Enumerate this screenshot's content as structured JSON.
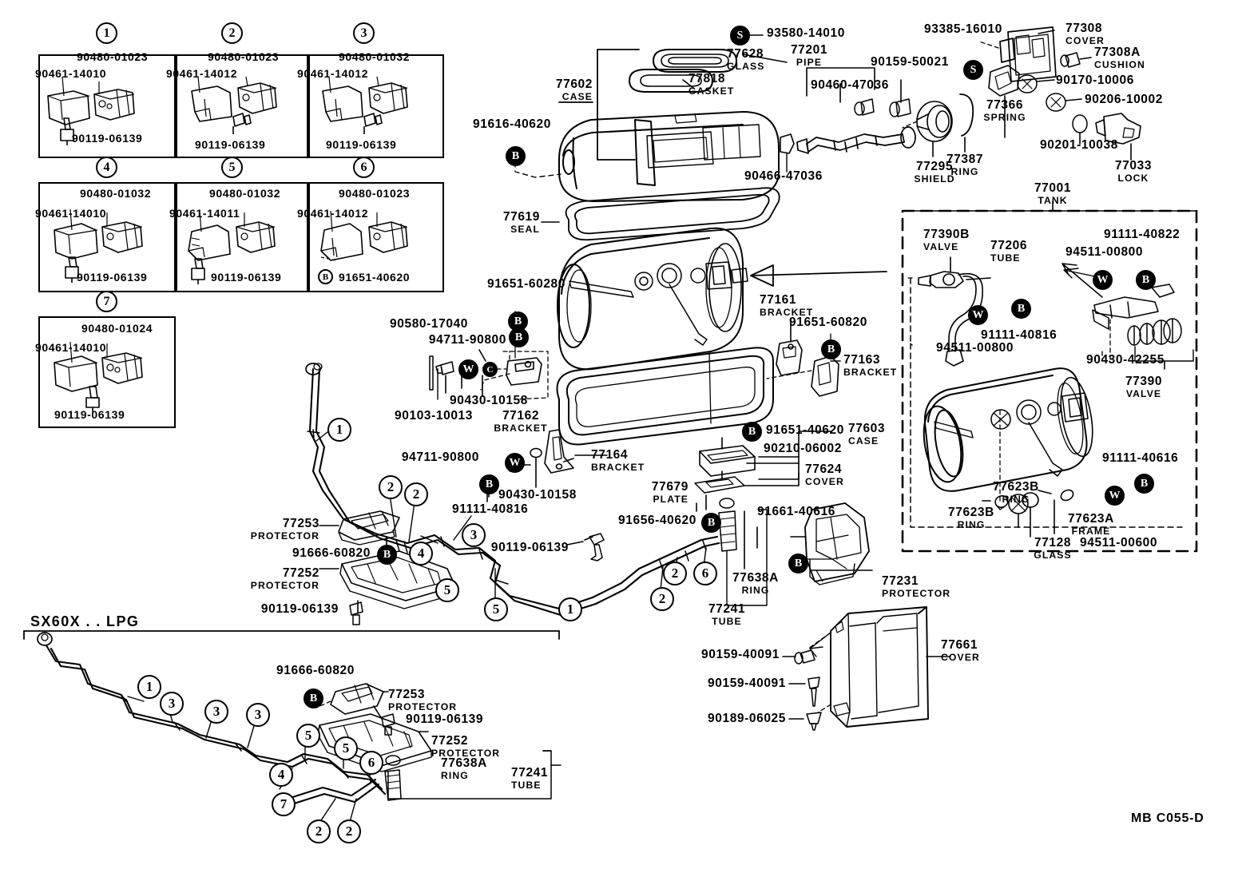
{
  "sheet": {
    "footer_code": "MB C055-D",
    "section_label": "SX60X . . LPG"
  },
  "legend": {
    "boxes": [
      {
        "num": "1",
        "parts": [
          "90480-01023",
          "90461-14010",
          "90119-06139"
        ]
      },
      {
        "num": "2",
        "parts": [
          "90480-01023",
          "90461-14012",
          "90119-06139"
        ]
      },
      {
        "num": "3",
        "parts": [
          "90480-01032",
          "90461-14012",
          "90119-06139"
        ]
      },
      {
        "num": "4",
        "parts": [
          "90480-01032",
          "90461-14010",
          "90119-06139"
        ]
      },
      {
        "num": "5",
        "parts": [
          "90480-01032",
          "90461-14011",
          "90119-06139"
        ]
      },
      {
        "num": "6",
        "parts": [
          "90480-01023",
          "90461-14012",
          "91651-40620"
        ]
      },
      {
        "num": "7",
        "parts": [
          "90480-01024",
          "90461-14010",
          "90119-06139"
        ]
      }
    ]
  },
  "top_assembly": {
    "case_no": "77602",
    "case_name": "CASE",
    "glass_no": "77628",
    "glass_name": "GLASS",
    "gasket_no": "77818",
    "gasket_name": "GASKET",
    "screw_93580": "93580-14010",
    "bolt_91616": "91616-40620",
    "nut_90466": "90466-47036",
    "seal_no": "77619",
    "seal_name": "SEAL"
  },
  "pipe_assembly": {
    "pipe_no": "77201",
    "pipe_name": "PIPE",
    "nut_90460": "90460-47036",
    "bolt_90159": "90159-50021",
    "shield_no": "77295",
    "shield_name": "SHIELD",
    "ring_no": "77387",
    "ring_name": "RING",
    "screw_93385": "93385-16010",
    "spring_no": "77366",
    "spring_name": "SPRING",
    "cover_no": "77308",
    "cover_name": "COVER",
    "cushion_no": "77308A",
    "cushion_name": "CUSHION",
    "nut_90170": "90170-10006",
    "nut_90206": "90206-10002",
    "washer_90201": "90201-10038",
    "lock_no": "77033",
    "lock_name": "LOCK"
  },
  "tank_left": {
    "bolt_91651_60280": "91651-60280",
    "bracket_77161_no": "77161",
    "bracket_77161_name": "BRACKET",
    "bolt_91651_60820": "91651-60820",
    "bracket_77163_no": "77163",
    "bracket_77163_name": "BRACKET",
    "pin_90580": "90580-17040",
    "washer_94711_a": "94711-90800",
    "bolt_90103": "90103-10013",
    "nut_90430_a": "90430-10158",
    "bracket_77162_no": "77162",
    "bracket_77162_name": "BRACKET",
    "washer_94711_b": "94711-90800",
    "nut_90430_b": "90430-10158",
    "bolt_91111_40816": "91111-40816",
    "bracket_77164_no": "77164",
    "bracket_77164_name": "BRACKET",
    "case_77603_no": "77603",
    "case_77603_name": "CASE",
    "bolt_91651_40620": "91651-40620",
    "washer_90210": "90210-06002",
    "cover_77624_no": "77624",
    "cover_77624_name": "COVER",
    "plate_77679_no": "77679",
    "plate_77679_name": "PLATE",
    "bolt_91656": "91656-40620",
    "bolt_91661": "91661-40616",
    "ring_77638a_no": "77638A",
    "ring_77638a_name": "RING",
    "tube_77241_no": "77241",
    "tube_77241_name": "TUBE",
    "protector_77231_no": "77231",
    "protector_77231_name": "PROTECTOR"
  },
  "tank_right": {
    "tank_no": "77001",
    "tank_name": "TANK",
    "valve_77390b_no": "77390B",
    "valve_77390b_name": "VALVE",
    "tube_77206_no": "77206",
    "tube_77206_name": "TUBE",
    "washer_94511_a": "94511-00800",
    "bolt_91111_40816": "91111-40816",
    "washer_94511_b": "94511-00800",
    "bolt_91111_40822": "91111-40822",
    "nut_90430_42255": "90430-42255",
    "valve_77390_no": "77390",
    "valve_77390_name": "VALVE",
    "ring_77623b_no": "77623B",
    "ring_77623b_name": "RING",
    "ring_77623b2_no": "77623B",
    "ring_77623b2_name": "RING",
    "frame_77623a_no": "77623A",
    "frame_77623a_name": "FRAME",
    "glass_77128_no": "77128",
    "glass_77128_name": "GLASS",
    "washer_94511_c": "94511-00600",
    "bolt_91111_40616": "91111-40616"
  },
  "routing_upper": {
    "protector_77253_no": "77253",
    "protector_77253_name": "PROTECTOR",
    "bolt_91666": "91666-60820",
    "protector_77252_no": "77252",
    "protector_77252_name": "PROTECTOR",
    "screw_90119_a": "90119-06139",
    "screw_90119_b": "90119-06139",
    "callouts": [
      "1",
      "2",
      "2",
      "3",
      "4",
      "5",
      "5",
      "1",
      "2",
      "2",
      "6"
    ]
  },
  "routing_lower": {
    "bolt_91666": "91666-60820",
    "protector_77253_no": "77253",
    "protector_77253_name": "PROTECTOR",
    "screw_90119": "90119-06139",
    "protector_77252_no": "77252",
    "protector_77252_name": "PROTECTOR",
    "ring_77638a_no": "77638A",
    "ring_77638a_name": "RING",
    "tube_77241_no": "77241",
    "tube_77241_name": "TUBE",
    "callouts": [
      "1",
      "3",
      "3",
      "3",
      "5",
      "5",
      "4",
      "7",
      "6",
      "2",
      "2"
    ]
  },
  "cover_assembly": {
    "bolt_90159_a": "90159-40091",
    "bolt_90159_b": "90159-40091",
    "clip_90189": "90189-06025",
    "cover_no": "77661",
    "cover_name": "COVER"
  },
  "symbols": {
    "b": "B",
    "w": "W",
    "s": "S",
    "c": "C"
  }
}
